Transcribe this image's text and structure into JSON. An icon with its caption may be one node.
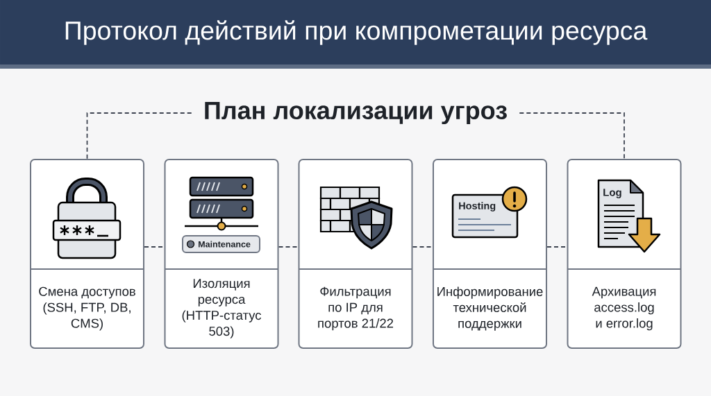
{
  "diagram": {
    "title": "Протокол действий при компрометации ресурса",
    "nodes": [
      {
        "text": [
          "План локализации угроз"
        ]
      },
      {
        "text": [
          "Смена доступов (SSH, FTP, DB, CMS)"
        ]
      },
      {
        "text": [
          "Изоляция ресурса (HTTP-статус 503)"
        ]
      },
      {
        "text": [
          "Фильтрация по IP для портов 21/22"
        ]
      },
      {
        "text": [
          "Информирование технической поддержки"
        ]
      },
      {
        "text": [
          "Архивация access.log и error.log"
        ]
      }
    ],
    "edges": [
      {
        "from": 0,
        "to": 1,
        "arrow": "none",
        "style": "dashed"
      },
      {
        "from": 0,
        "to": 5,
        "arrow": "none",
        "style": "dashed"
      },
      {
        "from": 1,
        "to": 2,
        "arrow": "none",
        "style": "dashed"
      },
      {
        "from": 2,
        "to": 3,
        "arrow": "none",
        "style": "dashed"
      },
      {
        "from": 3,
        "to": 4,
        "arrow": "none",
        "style": "dashed"
      },
      {
        "from": 4,
        "to": 5,
        "arrow": "none",
        "style": "dashed"
      }
    ],
    "labels": [
      "Maintenance",
      "Hosting",
      "Log"
    ]
  }
}
